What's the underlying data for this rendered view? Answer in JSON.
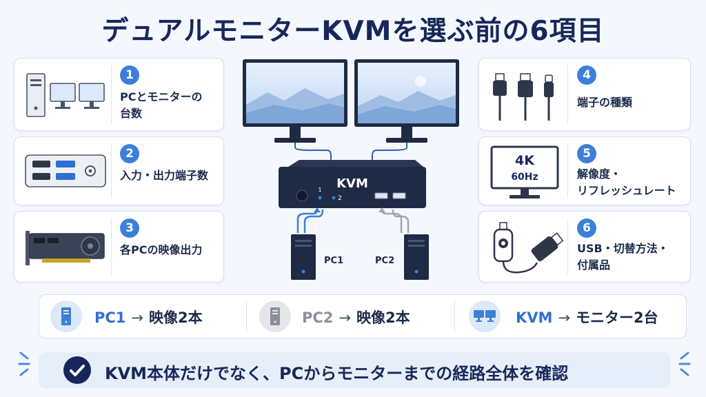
{
  "title": "デュアルモニターKVMを選ぶ前の6項目",
  "items": [
    {
      "num": "1",
      "label_lines": [
        "PCとモニターの",
        "台数"
      ],
      "icon": "pc-and-monitors-icon"
    },
    {
      "num": "2",
      "label_lines": [
        "入力・出力端子数"
      ],
      "icon": "io-ports-icon"
    },
    {
      "num": "3",
      "label_lines": [
        "各PCの映像出力"
      ],
      "icon": "graphics-card-icon"
    },
    {
      "num": "4",
      "label_lines": [
        "端子の種類"
      ],
      "icon": "connector-cables-icon"
    },
    {
      "num": "5",
      "label_lines": [
        "解像度・",
        "リフレッシュレート"
      ],
      "icon": "monitor-4k-icon"
    },
    {
      "num": "6",
      "label_lines": [
        "USB・切替方法・",
        "付属品"
      ],
      "icon": "usb-remote-icon"
    }
  ],
  "monitor_badge": {
    "res": "4K",
    "hz": "60Hz"
  },
  "kvm_device": {
    "label": "KVM",
    "port1": "1",
    "port2": "2"
  },
  "pcs": {
    "pc1": "PC1",
    "pc2": "PC2"
  },
  "flow": [
    {
      "name": "PC1",
      "arrow": "→",
      "text": "映像2本"
    },
    {
      "name": "PC2",
      "arrow": "→",
      "text": "映像2本"
    },
    {
      "name": "KVM",
      "arrow": "→",
      "text": "モニター2台"
    }
  ],
  "bottom_note": "KVM本体だけでなく、PCからモニターまでの経路全体を確認",
  "colors": {
    "accent": "#3d7fd8",
    "navy": "#17275a",
    "gray": "#8a8f99"
  }
}
